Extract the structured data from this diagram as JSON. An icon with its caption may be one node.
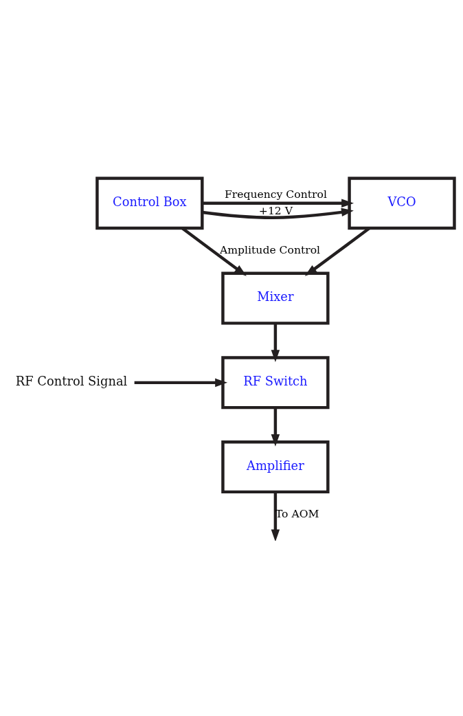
{
  "diagram": {
    "nodes": [
      {
        "text": [
          "VCO"
        ]
      },
      {
        "text": [
          "Control Box"
        ]
      },
      {
        "text": [
          "Mixer"
        ]
      },
      {
        "text": [
          "RF Control Signal"
        ]
      },
      {
        "text": [
          "RF Switch"
        ]
      },
      {
        "text": [
          "Amplifier"
        ]
      }
    ],
    "edges": [
      {
        "from": 1,
        "to": 0,
        "arrow": "to",
        "label": "Frequency Control"
      },
      {
        "from": 1,
        "to": 0,
        "arrow": "to",
        "label": "+12 V"
      },
      {
        "from": 1,
        "to": 2,
        "arrow": "to",
        "label": "Amplitude Control"
      },
      {
        "from": 0,
        "to": 2,
        "arrow": "to"
      },
      {
        "from": 2,
        "to": 4,
        "arrow": "to"
      },
      {
        "from": 3,
        "to": 4,
        "arrow": "to"
      },
      {
        "from": 4,
        "to": 5,
        "arrow": "to"
      },
      {
        "from": 5,
        "to": null,
        "arrow": "to",
        "label": "To AOM"
      }
    ]
  }
}
